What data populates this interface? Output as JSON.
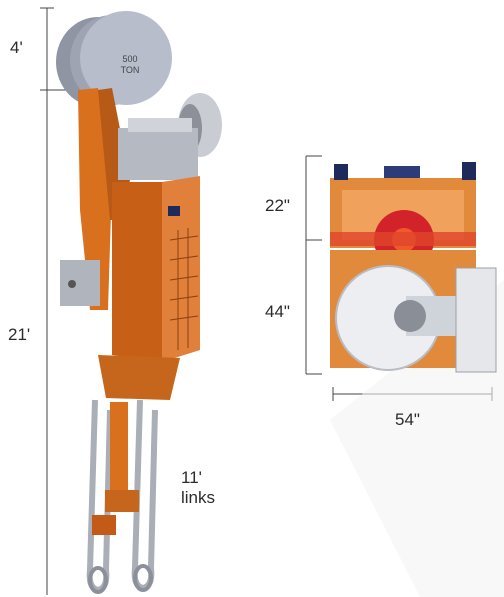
{
  "dimensions": {
    "sheave_height": "4'",
    "overall_height": "21'",
    "links_length_line1": "11'",
    "links_length_line2": "links",
    "top_depth": "22\"",
    "bottom_depth": "44\"",
    "width": "54\""
  },
  "sheave_label_line1": "500",
  "sheave_label_line2": "TON",
  "colors": {
    "orange": "#d8701e",
    "orange_dark": "#a84f12",
    "steel": "#a9aeb7",
    "steel_dark": "#6f7480",
    "sheave": "#b3b9c8",
    "red": "#d2232a"
  }
}
